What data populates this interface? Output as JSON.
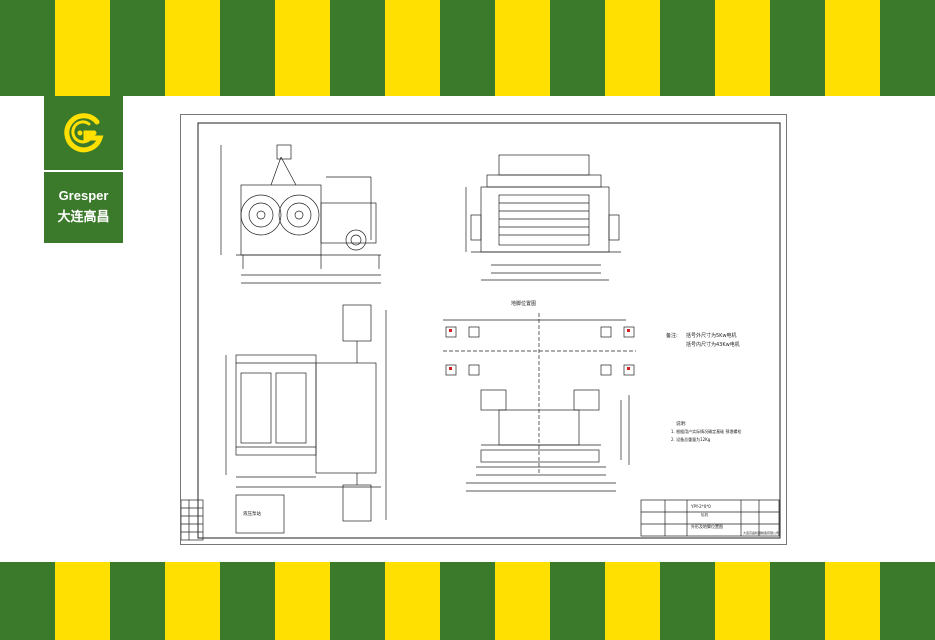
{
  "colors": {
    "green": "#3c7a2b",
    "yellow": "#ffe000",
    "white": "#ffffff",
    "line": "#222222"
  },
  "brand": {
    "name": "Gresper",
    "name_cn": "大连高昌",
    "logo_icon": "gresper-g-logo-icon"
  },
  "drawing": {
    "foundation_title": "地脚位置图",
    "notes_label": "备注:",
    "note_1": "括号外尺寸为5Kw电机",
    "note_2": "括号内尺寸为43Kw电机",
    "desc_title": "说明:",
    "desc_1": "1. 根据用户实际情况确定基础 预埋螺栓",
    "desc_2": "2. 设备总重量为12Kg",
    "hydraulic_label": "液压泵站",
    "title_block_model": "YPY-2*0*0",
    "title_block_sub": "轧机",
    "title_block_name": "外形及地脚位置图",
    "title_block_company": "大连高昌机器制造有限公司"
  }
}
